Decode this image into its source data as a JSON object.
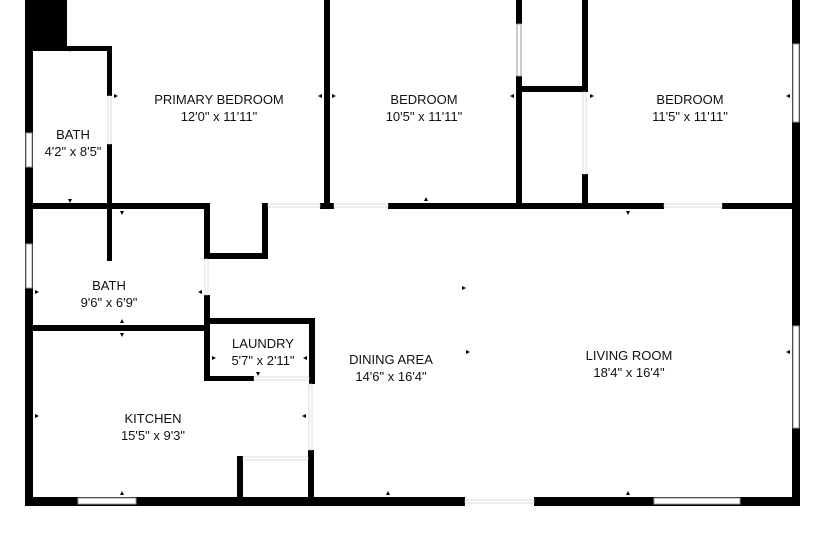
{
  "rooms": [
    {
      "id": "primary-bedroom",
      "name": "PRIMARY BEDROOM",
      "dims": "12'0\" x 11'11\""
    },
    {
      "id": "bedroom-center",
      "name": "BEDROOM",
      "dims": "10'5\" x 11'11\""
    },
    {
      "id": "bedroom-right",
      "name": "BEDROOM",
      "dims": "11'5\" x 11'11\""
    },
    {
      "id": "bath-small",
      "name": "BATH",
      "dims": "4'2\" x 8'5\""
    },
    {
      "id": "bath-main",
      "name": "BATH",
      "dims": "9'6\" x 6'9\""
    },
    {
      "id": "laundry",
      "name": "LAUNDRY",
      "dims": "5'7\" x 2'11\""
    },
    {
      "id": "dining-area",
      "name": "DINING AREA",
      "dims": "14'6\" x 16'4\""
    },
    {
      "id": "living-room",
      "name": "LIVING ROOM",
      "dims": "18'4\" x 16'4\""
    },
    {
      "id": "kitchen",
      "name": "KITCHEN",
      "dims": "15'5\" x 9'3\""
    }
  ],
  "colors": {
    "wall": "#000000",
    "background": "#ffffff",
    "window": "#9a9a9a"
  }
}
